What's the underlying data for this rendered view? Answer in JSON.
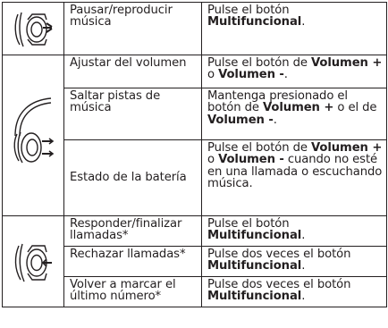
{
  "rows": [
    {
      "function": "Pausar/reproducir música",
      "action": [
        "Pulse el botón ",
        {
          "b": "Multifuncional"
        },
        "."
      ]
    },
    {
      "function": "Ajustar del volumen",
      "action": [
        "Pulse el botón de ",
        {
          "b": "Volumen +"
        },
        " o ",
        {
          "b": "Volumen -"
        },
        "."
      ]
    },
    {
      "function": "Saltar pistas de música",
      "action": [
        "Mantenga presionado el botón de ",
        {
          "b": "Volumen +"
        },
        " o el de ",
        {
          "b": "Volumen -"
        },
        "."
      ]
    },
    {
      "function": "Estado de la batería",
      "action": [
        "Pulse el botón de ",
        {
          "b": "Volumen +"
        },
        " o ",
        {
          "b": "Volumen -"
        },
        " cuando no esté en una llamada o escuchando música."
      ]
    },
    {
      "function": "Responder/finalizar llamadas*",
      "action": [
        "Pulse el botón ",
        {
          "b": "Multifuncional"
        },
        "."
      ]
    },
    {
      "function": "Rechazar llamadas*",
      "action": [
        "Pulse dos veces el botón ",
        {
          "b": "Multifuncional"
        },
        "."
      ]
    },
    {
      "function": "Volver a marcar el último número*",
      "action": [
        "Pulse dos veces el botón ",
        {
          "b": "Multifuncional"
        },
        "."
      ]
    }
  ],
  "icons": {
    "group1": "headphone-earcup-icon",
    "group2": "headphone-side-icon",
    "group3": "headphone-earcup-icon"
  },
  "colors": {
    "ink": "#231f20",
    "background": "#ffffff"
  }
}
